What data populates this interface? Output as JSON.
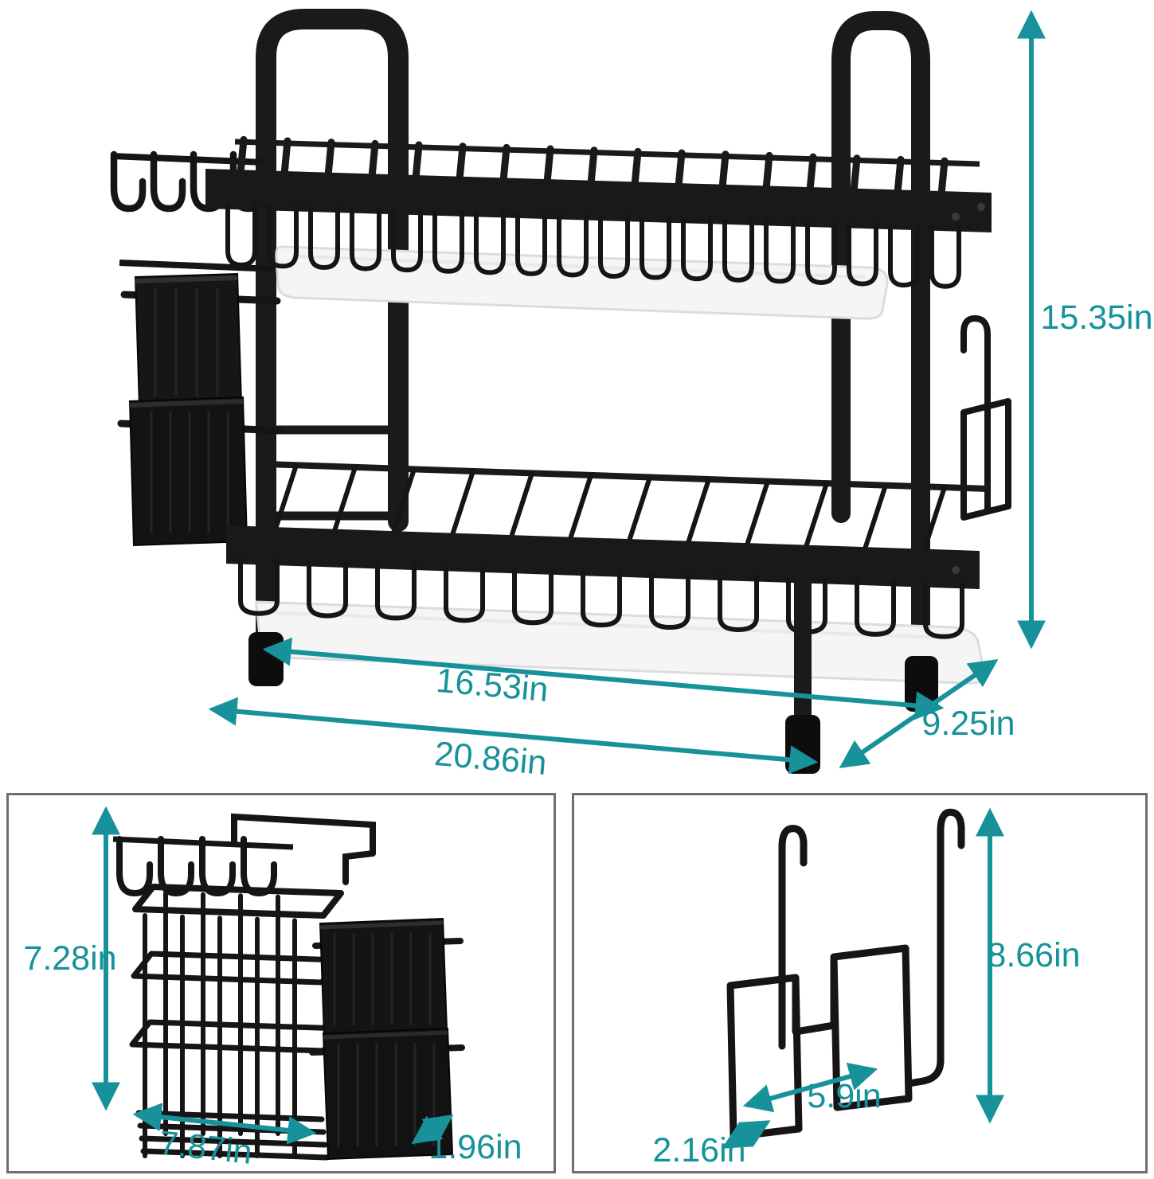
{
  "colors": {
    "accent_teal": "#17929a",
    "product_black": "#1a1a1a",
    "tray_white": "#f5f5f5",
    "panel_border_gray": "#6e6e6e",
    "background": "#ffffff"
  },
  "main_view": {
    "description": "two-tier dish drying rack line illustration with dimension arrows",
    "height": "15.35in",
    "inner_width": "16.53in",
    "overall_width": "20.86in",
    "depth": "9.25in"
  },
  "utensil_holder_view": {
    "description": "wire utensil holder with hooks and cutlery cup",
    "height": "7.28in",
    "width": "7.87in",
    "cup_depth": "1.96in"
  },
  "cup_hook_view": {
    "description": "over-rail cup holder hook attachment",
    "height": "8.66in",
    "width": "5.9in",
    "depth": "2.16in"
  }
}
